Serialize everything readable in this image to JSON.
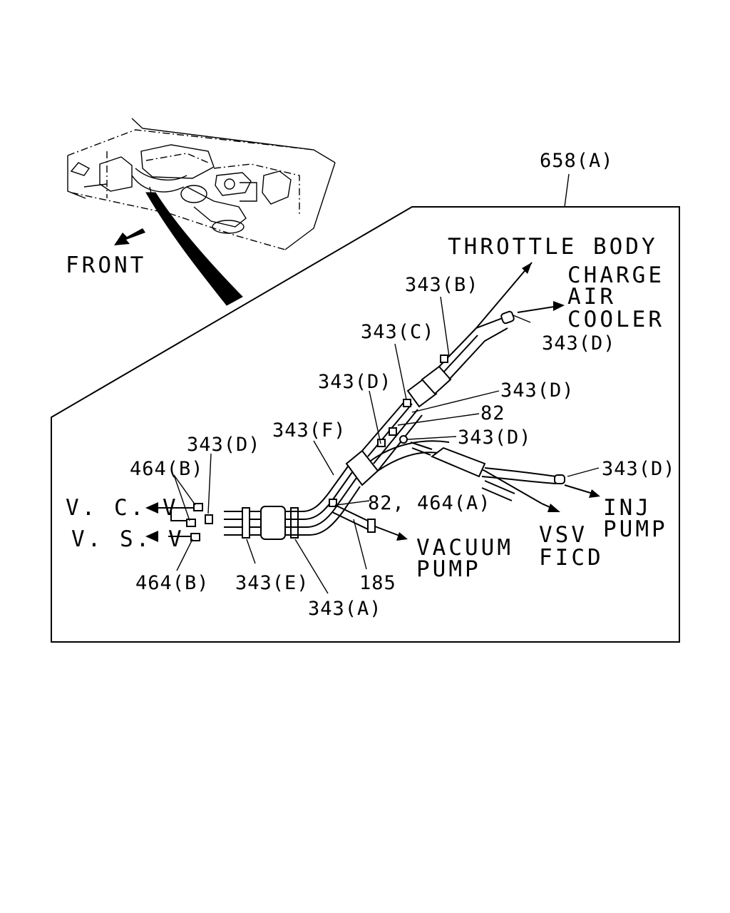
{
  "callouts": {
    "c658a": "658(A)",
    "throttle_body": "THROTTLE BODY",
    "charge_air_cooler": [
      "CHARGE",
      "AIR",
      "COOLER"
    ],
    "c343b": "343(B)",
    "c343c": "343(C)",
    "c343d_top": "343(D)",
    "c343d_mid": "343(D)",
    "c343d_right1": "343(D)",
    "c82": "82",
    "c343d_right2": "343(D)",
    "c343d_inj": "343(D)",
    "c343f": "343(F)",
    "c343d_left": "343(D)",
    "c464b_top": "464(B)",
    "vcv": "V. C. V",
    "vsv_left": "V. S. V",
    "c464b_bottom": "464(B)",
    "c343e": "343(E)",
    "c343a": "343(A)",
    "c185": "185",
    "c82_464a": "82, 464(A)",
    "vacuum_pump": [
      "VACUUM",
      "PUMP"
    ],
    "vsv_ficd": [
      "VSV",
      "FICD"
    ],
    "inj_pump": [
      "INJ",
      "PUMP"
    ],
    "front": "FRONT"
  },
  "icons": {
    "front_arrow": "arrow-left-down-icon"
  }
}
